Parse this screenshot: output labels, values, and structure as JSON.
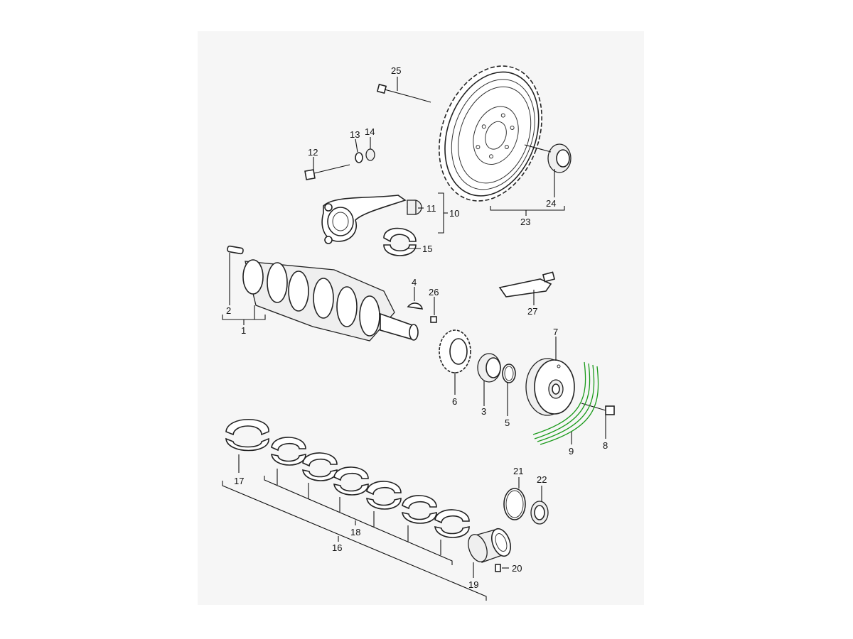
{
  "callouts": {
    "c1": "1",
    "c2": "2",
    "c3": "3",
    "c4": "4",
    "c5": "5",
    "c6": "6",
    "c7": "7",
    "c8": "8",
    "c9": "9",
    "c10": "10",
    "c11": "11",
    "c12": "12",
    "c13": "13",
    "c14": "14",
    "c15": "15",
    "c16": "16",
    "c17": "17",
    "c18": "18",
    "c19": "19",
    "c20": "20",
    "c21": "21",
    "c22": "22",
    "c23": "23",
    "c24": "24",
    "c25": "25",
    "c26": "26",
    "c27": "27"
  },
  "colors": {
    "line": "#111111",
    "belt": "#1a9a1a",
    "panel": "#f6f6f6"
  }
}
